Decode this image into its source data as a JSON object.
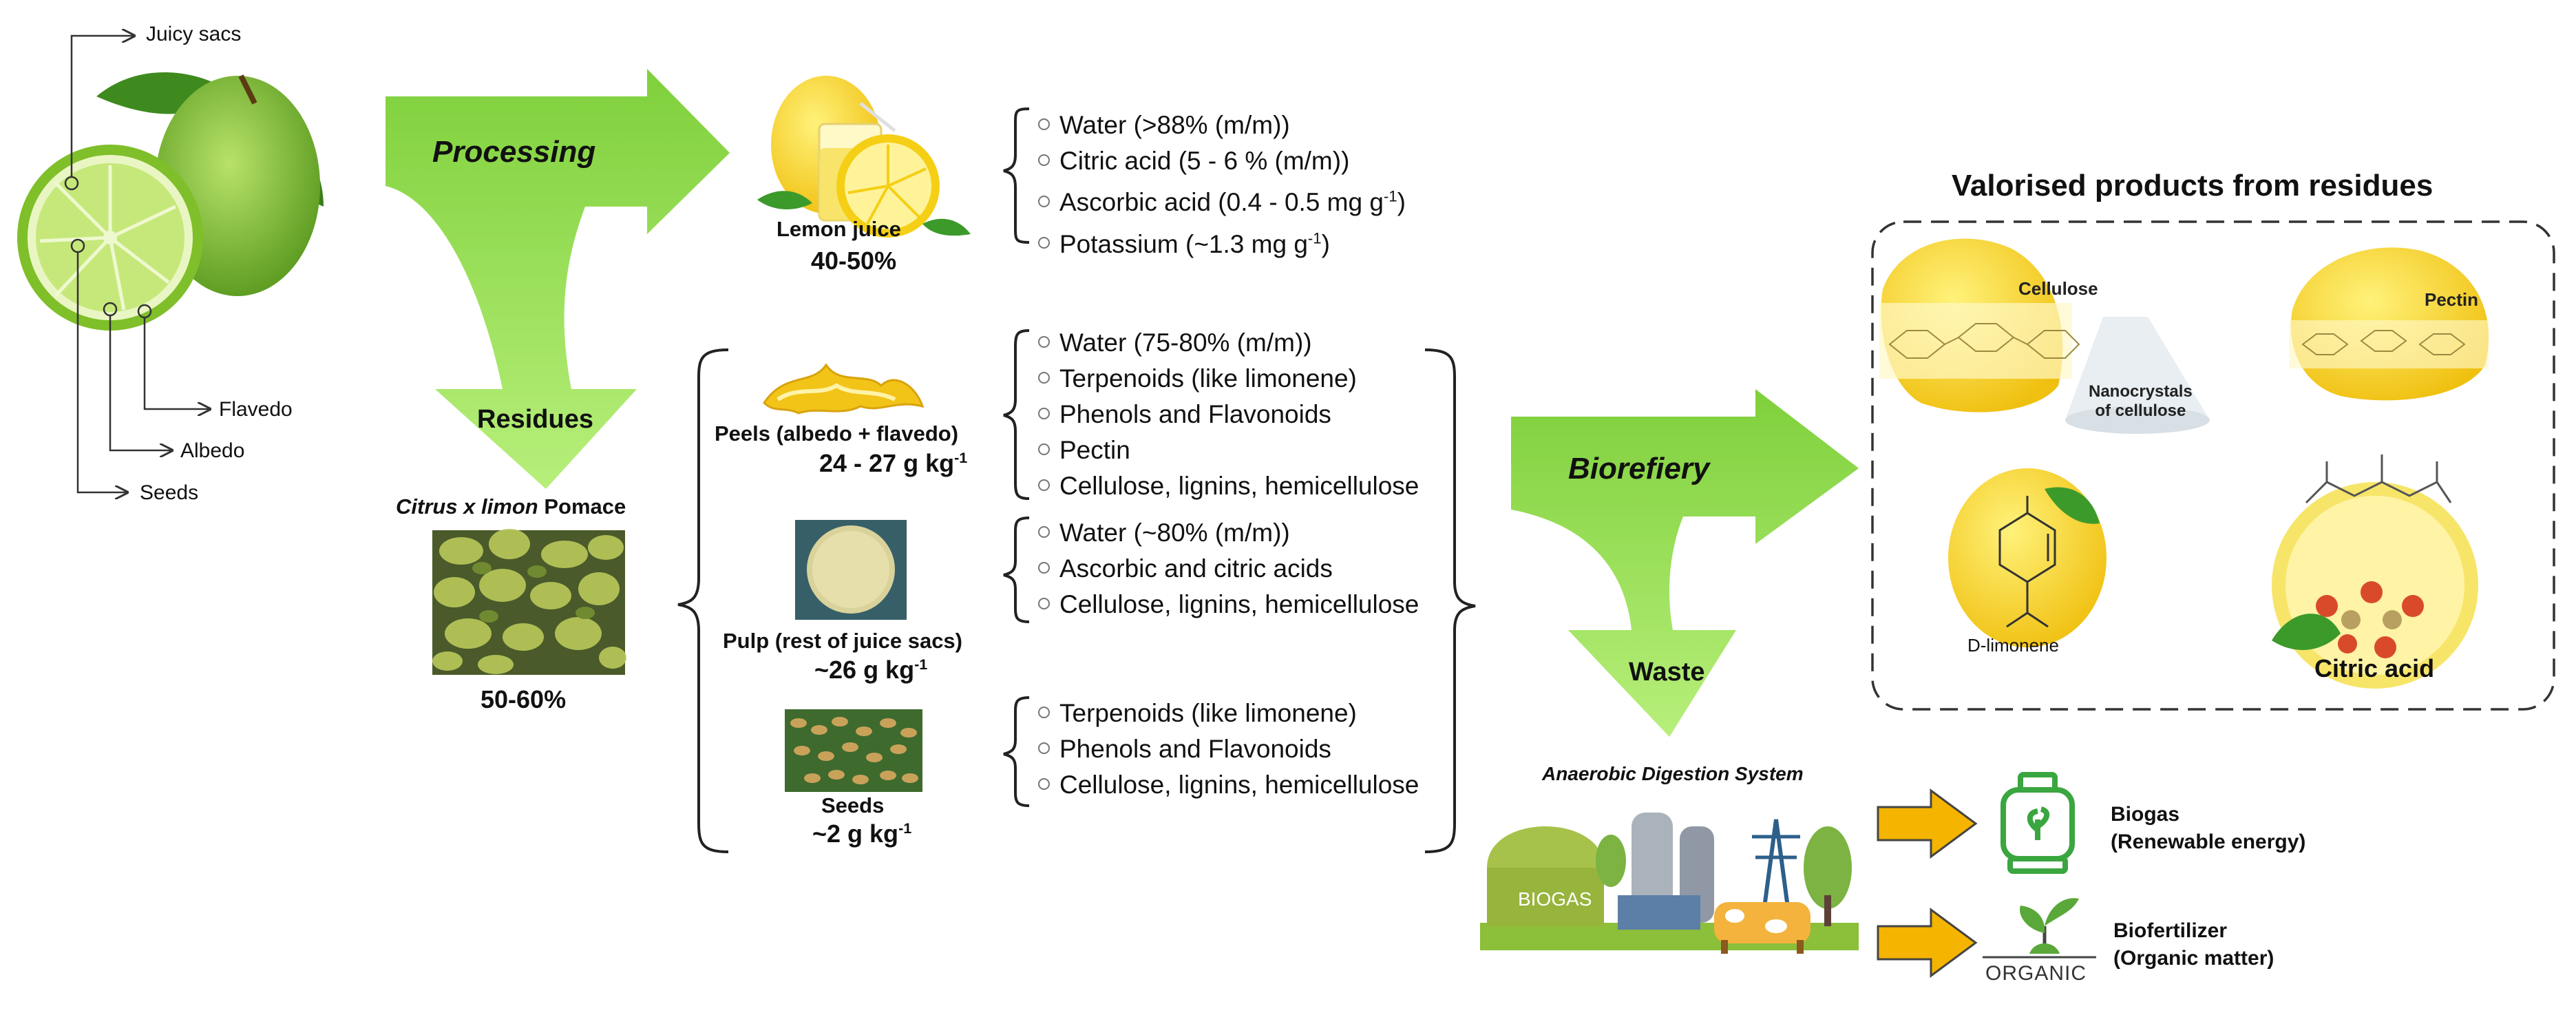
{
  "fruit_parts": {
    "juicy_sacs": "Juicy sacs",
    "flavedo": "Flavedo",
    "albedo": "Albedo",
    "seeds": "Seeds"
  },
  "arrows": {
    "processing": "Processing",
    "residues": "Residues",
    "biorefinery": "Biorefiery",
    "waste": "Waste"
  },
  "juice": {
    "label": "Lemon juice",
    "yield": "40-50%",
    "components": [
      "Water (>88% (m/m))",
      "Citric acid (5 - 6 % (m/m))",
      "Ascorbic acid (0.4 - 0.5 mg g-1)",
      "Potassium (~1.3 mg g-1)"
    ]
  },
  "pomace": {
    "species": "Citrus x limon",
    "label": "Pomace",
    "yield": "50-60%"
  },
  "peels": {
    "label": "Peels (albedo + flavedo)",
    "amount": "24 - 27 g kg-1",
    "components": [
      "Water (75-80% (m/m))",
      "Terpenoids (like limonene)",
      "Phenols and Flavonoids",
      "Pectin",
      "Cellulose, lignins, hemicellulose"
    ]
  },
  "pulp": {
    "label": "Pulp (rest of juice sacs)",
    "amount": "~26 g kg-1",
    "components": [
      "Water (~80% (m/m))",
      "Ascorbic and citric acids",
      "Cellulose, lignins, hemicellulose"
    ]
  },
  "seeds": {
    "label": "Seeds",
    "amount": "~2 g kg-1",
    "components": [
      "Terpenoids (like limonene)",
      "Phenols and Flavonoids",
      "Cellulose, lignins, hemicellulose"
    ]
  },
  "valorised": {
    "title": "Valorised products from residues",
    "cellulose": "Cellulose",
    "nanocrystals_l1": "Nanocrystals",
    "nanocrystals_l2": "of cellulose",
    "pectin": "Pectin",
    "limonene": "D-limonene",
    "citric": "Citric acid"
  },
  "digestion": {
    "title": "Anaerobic Digestion System",
    "tank_text": "BIOGAS",
    "biogas_l1": "Biogas",
    "biogas_l2": "(Renewable energy)",
    "biofert_l1": "Biofertilizer",
    "biofert_l2": "(Organic matter)",
    "organic_text": "ORGANIC"
  },
  "colors": {
    "arrow_green": "#9ADB5A",
    "lemon_yellow": "#F5D21C",
    "lime_green": "#8CC63F",
    "orange_arrow": "#F5B400"
  }
}
